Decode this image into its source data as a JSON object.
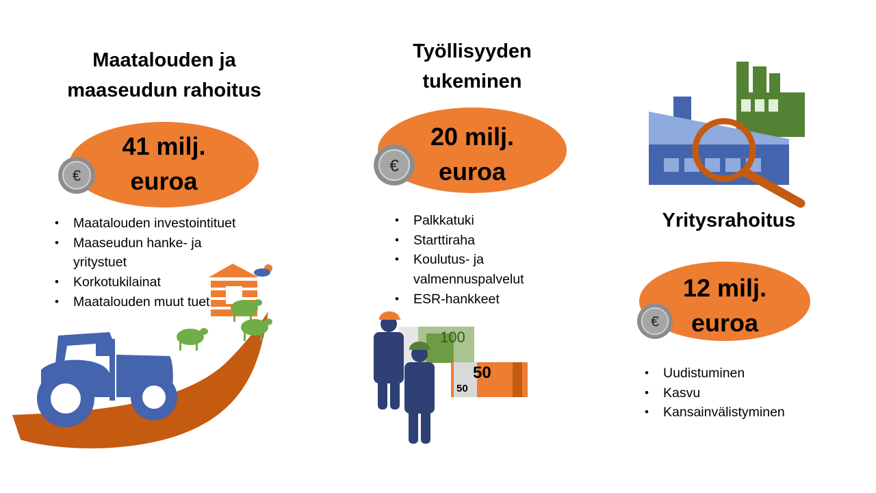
{
  "sections": [
    {
      "title_lines": [
        "Maatalouden ja",
        "maaseudun rahoitus"
      ],
      "amount_lines": [
        "41 milj.",
        "euroa"
      ],
      "bullets": [
        "Maatalouden investointituet",
        "Maaseudun hanke- ja yritystuet",
        "Korkotukilainat",
        "Maatalouden muut tuet"
      ]
    },
    {
      "title_lines": [
        "Työllisyyden",
        "tukeminen"
      ],
      "amount_lines": [
        "20 milj.",
        "euroa"
      ],
      "bullets": [
        "Palkkatuki",
        "Starttiraha",
        "Koulutus- ja valmennuspalvelut",
        "ESR-hankkeet"
      ],
      "banknotes": [
        "100",
        "50"
      ]
    },
    {
      "title_lines": [
        "Yritysrahoitus"
      ],
      "amount_lines": [
        "12 milj.",
        "euroa"
      ],
      "bullets": [
        "Uudistuminen",
        "Kasvu",
        "Kansainvälistyminen"
      ]
    }
  ],
  "coin_symbol": "€",
  "colors": {
    "orange": "#ed7d31",
    "blue": "#4464ad",
    "navy": "#2f4074",
    "green": "#548235",
    "rust": "#c55a11"
  }
}
